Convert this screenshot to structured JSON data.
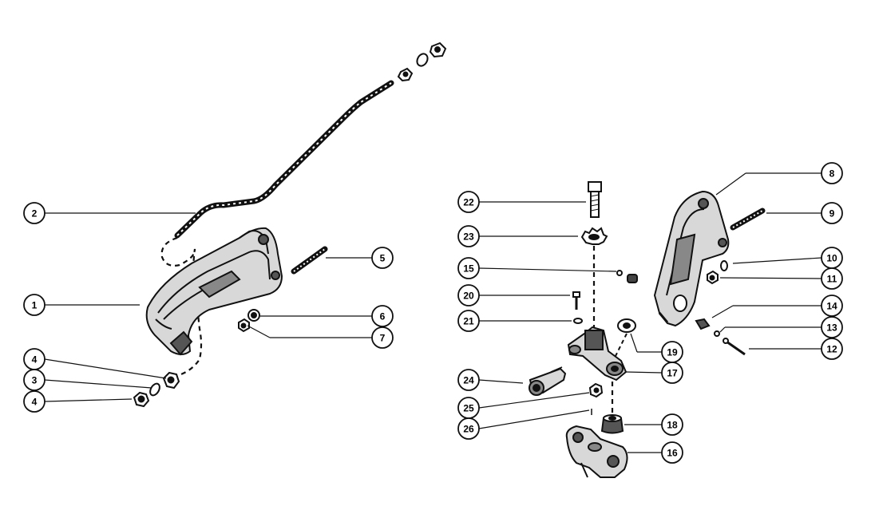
{
  "callouts": {
    "c1": "1",
    "c2": "2",
    "c3": "3",
    "c4a": "4",
    "c4b": "4",
    "c5": "5",
    "c6": "6",
    "c7": "7",
    "c8": "8",
    "c9": "9",
    "c10": "10",
    "c11": "11",
    "c12": "12",
    "c13": "13",
    "c14": "14",
    "c15": "15",
    "c16": "16",
    "c17": "17",
    "c18": "18",
    "c19": "19",
    "c20": "20",
    "c21": "21",
    "c22": "22",
    "c23": "23",
    "c24": "24",
    "c25": "25",
    "c26": "26"
  },
  "colors": {
    "ink": "#111111",
    "shade": "#555555",
    "paper": "#ffffff"
  }
}
